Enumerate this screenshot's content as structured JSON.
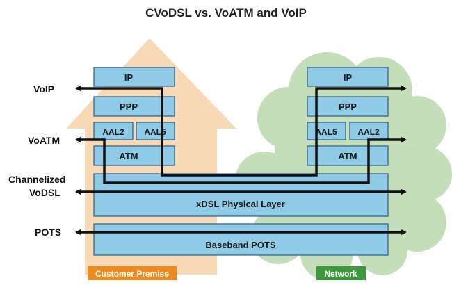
{
  "title": "CVoDSL vs. VoATM and VoIP",
  "left_labels": {
    "voip": "VoIP",
    "voatm": "VoATM",
    "channelized_line1": "Channelized",
    "channelized_line2": "VoDSL",
    "pots": "POTS"
  },
  "customer_stack": {
    "ip": "IP",
    "ppp": "PPP",
    "aal2": "AAL2",
    "aal5": "AAL5",
    "atm": "ATM"
  },
  "network_stack": {
    "ip": "IP",
    "ppp": "PPP",
    "aal5": "AAL5",
    "aal2": "AAL2",
    "atm": "ATM"
  },
  "shared_layers": {
    "xdsl": "xDSL Physical Layer",
    "baseband": "Baseband POTS"
  },
  "tags": {
    "customer": "Customer Premise",
    "network": "Network"
  },
  "colors": {
    "house": "#f7d9b6",
    "house_tag": "#ef8a1e",
    "cloud": "#c3deb9",
    "network_tag": "#3c9a3c",
    "layer_fill": "#8fcbe6",
    "layer_stroke": "#2b5f86",
    "arrow": "#111111"
  }
}
